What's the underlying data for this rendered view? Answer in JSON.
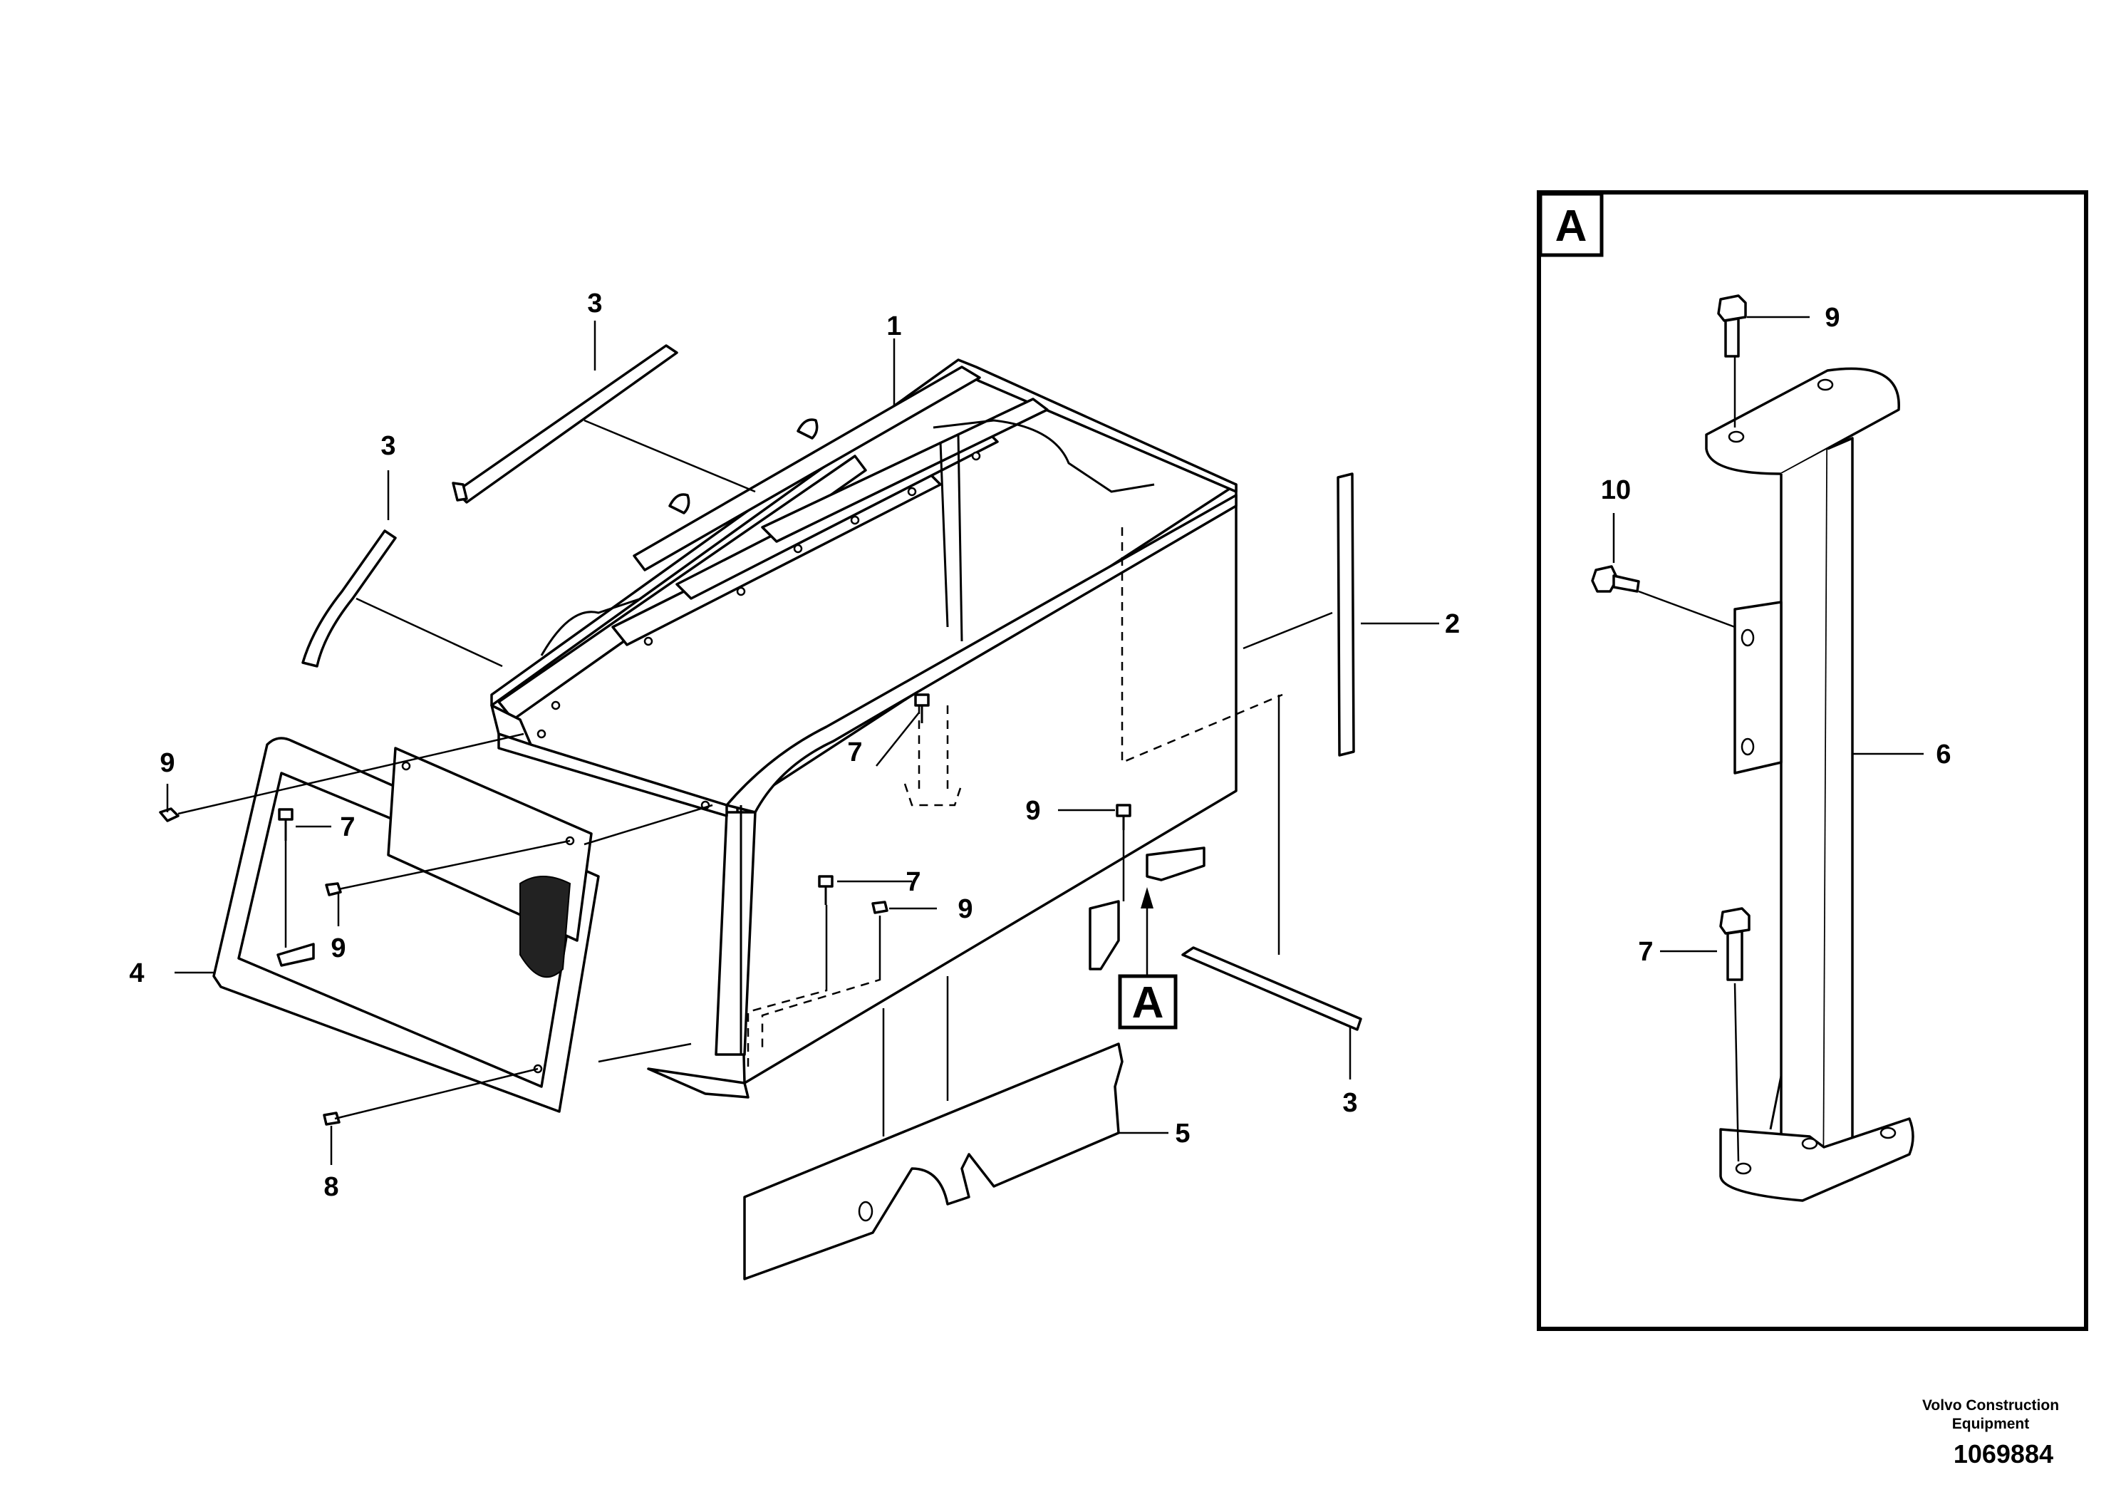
{
  "diagram": {
    "callouts": {
      "c1": "1",
      "c2": "2",
      "c3a": "3",
      "c3b": "3",
      "c3c": "3",
      "c4": "4",
      "c5": "5",
      "c6": "6",
      "c7a": "7",
      "c7b": "7",
      "c7c": "7",
      "c7d": "7",
      "c8": "8",
      "c9a": "9",
      "c9b": "9",
      "c9c": "9",
      "c9d": "9",
      "c9e": "9",
      "c10": "10"
    },
    "detail_marker": "A",
    "detail_box_label": "A"
  },
  "footer": {
    "company_line1": "Volvo Construction",
    "company_line2": "Equipment",
    "drawing_number": "1069884"
  }
}
